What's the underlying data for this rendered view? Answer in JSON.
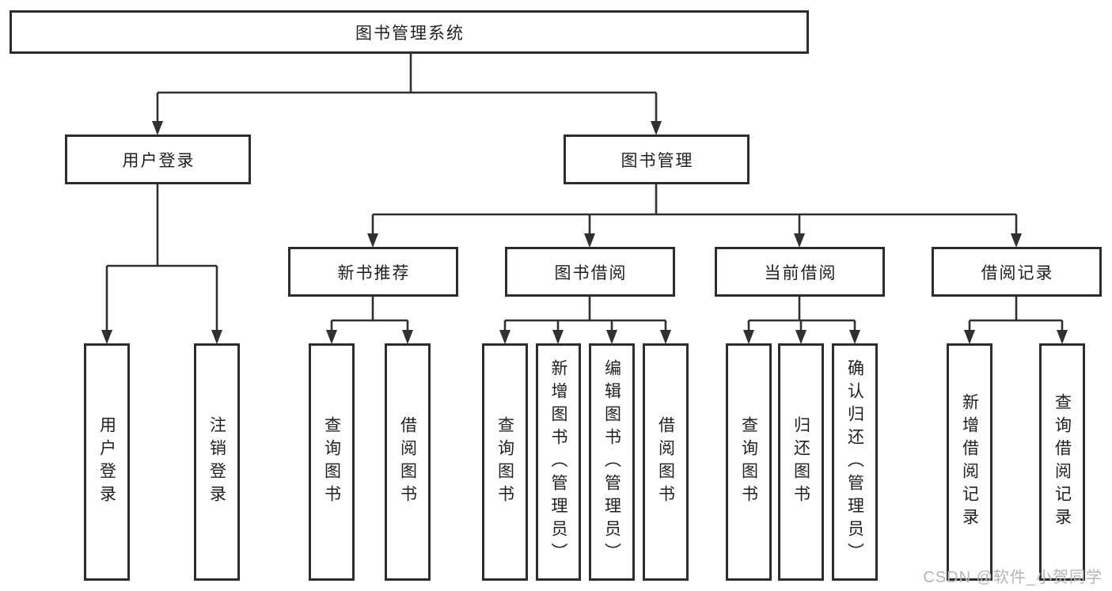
{
  "diagram": {
    "root": {
      "label": "图书管理系统"
    },
    "level2": [
      {
        "id": "user-login",
        "label": "用户登录"
      },
      {
        "id": "book-management",
        "label": "图书管理"
      }
    ],
    "level3": [
      {
        "id": "new-book-recommend",
        "label": "新书推荐"
      },
      {
        "id": "book-borrow",
        "label": "图书借阅"
      },
      {
        "id": "current-borrow",
        "label": "当前借阅"
      },
      {
        "id": "borrow-records",
        "label": "借阅记录"
      }
    ],
    "leaves": {
      "user_login": [
        "用户登录",
        "注销登录"
      ],
      "new_book_recommend": [
        "查询图书",
        "借阅图书"
      ],
      "book_borrow": [
        "查询图书",
        "新增图书（管理员）",
        "编辑图书（管理员）",
        "借阅图书"
      ],
      "current_borrow": [
        "查询图书",
        "归还图书",
        "确认归还（管理员）"
      ],
      "borrow_records": [
        "新增借阅记录",
        "查询借阅记录"
      ]
    },
    "watermark": "CSDN @软件_小贺同学",
    "colors": {
      "line": "#303030",
      "border": "#2d2d2d",
      "text": "#1f1f1f",
      "watermark": "#b5b5b5",
      "background": "#ffffff"
    }
  }
}
